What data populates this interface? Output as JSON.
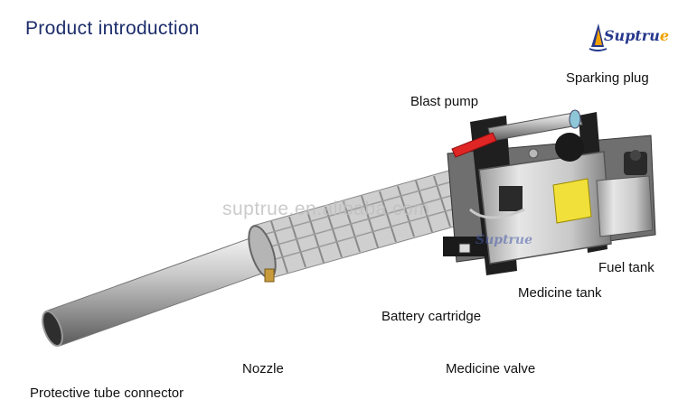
{
  "header": {
    "title": "Product introduction"
  },
  "logo": {
    "text_main": "Suptru",
    "text_accent": "e"
  },
  "watermark": {
    "text": "suptrue.en.alibaba.com",
    "logo": "Suptrue"
  },
  "labels": {
    "blast_pump": "Blast pump",
    "sparking_plug": "Sparking plug",
    "fuel_tank": "Fuel tank",
    "medicine_tank": "Medicine tank",
    "battery_cartridge": "Battery cartridge",
    "medicine_valve": "Medicine valve",
    "nozzle": "Nozzle",
    "protective_tube_connector": "Protective tube connector"
  },
  "colors": {
    "title": "#1c2d6b",
    "leader": "#e23a3a",
    "logo_accent": "#f2a100"
  }
}
